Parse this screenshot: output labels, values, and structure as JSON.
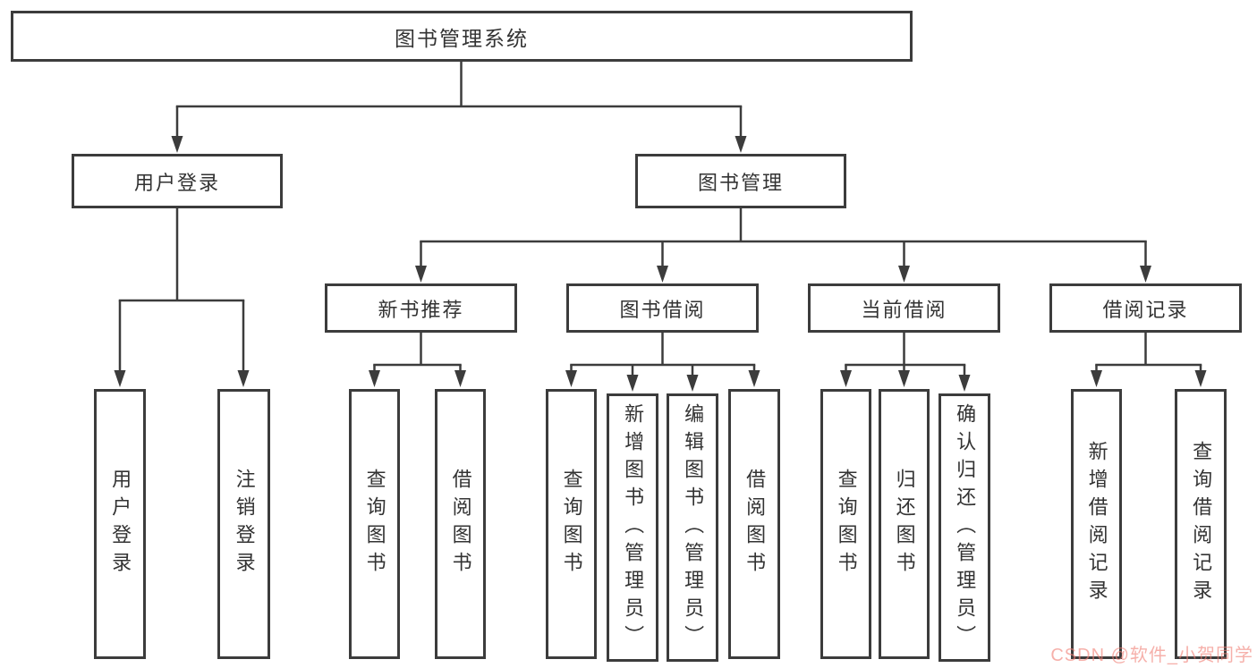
{
  "colors": {
    "line": "#3c3c3c",
    "box_border": "#3c3c3c",
    "text": "#333333",
    "background": "#ffffff",
    "watermark": "#f08076"
  },
  "watermark": {
    "text": "CSDN @软件_小贺同学"
  },
  "tree": {
    "root": {
      "label": "图书管理系统",
      "children": [
        {
          "label": "用户登录",
          "children": [
            {
              "label": "用户登录"
            },
            {
              "label": "注销登录"
            }
          ]
        },
        {
          "label": "图书管理",
          "children": [
            {
              "label": "新书推荐",
              "children": [
                {
                  "label": "查询图书"
                },
                {
                  "label": "借阅图书"
                }
              ]
            },
            {
              "label": "图书借阅",
              "children": [
                {
                  "label": "查询图书"
                },
                {
                  "label": "新增图书（管理员）"
                },
                {
                  "label": "编辑图书（管理员）"
                },
                {
                  "label": "借阅图书"
                }
              ]
            },
            {
              "label": "当前借阅",
              "children": [
                {
                  "label": "查询图书"
                },
                {
                  "label": "归还图书"
                },
                {
                  "label": "确认归还（管理员）"
                }
              ]
            },
            {
              "label": "借阅记录",
              "children": [
                {
                  "label": "新增借阅记录"
                },
                {
                  "label": "查询借阅记录"
                }
              ]
            }
          ]
        }
      ]
    }
  }
}
